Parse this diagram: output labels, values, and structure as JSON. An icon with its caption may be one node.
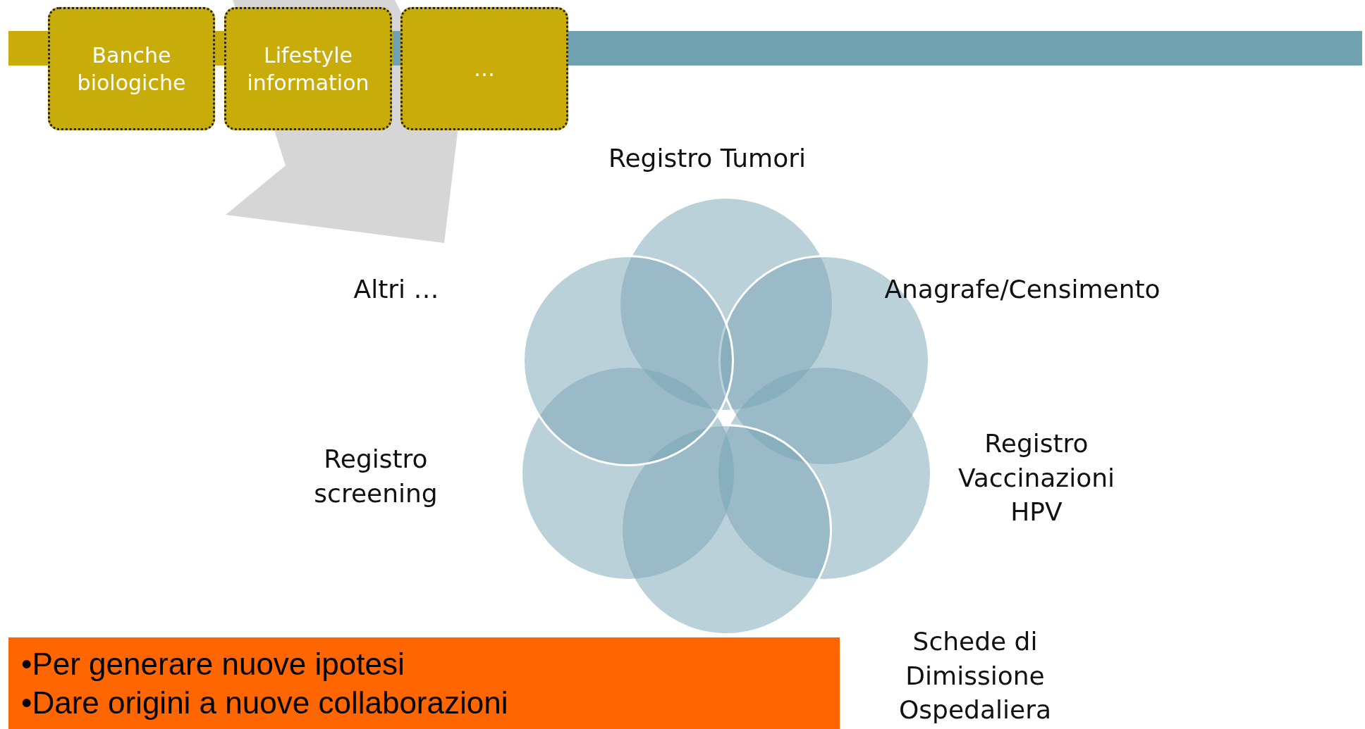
{
  "diagram": {
    "nodes": [
      {
        "text": [
          "Banche biologiche"
        ]
      },
      {
        "text": [
          "Lifestyle information"
        ]
      },
      {
        "text": [
          "…"
        ]
      },
      {
        "text": [],
        "shape": "circle",
        "beside": [
          "Registro Tumori"
        ]
      },
      {
        "text": [],
        "shape": "circle",
        "beside": [
          "Anagrafe/Censimento"
        ]
      },
      {
        "text": [],
        "shape": "circle",
        "beside": [
          "Registro Vaccinazioni HPV"
        ]
      },
      {
        "text": [],
        "shape": "circle",
        "beside": [
          "Schede di Dimissione Ospedaliera"
        ]
      },
      {
        "text": [],
        "shape": "circle",
        "beside": [
          "Registro screening"
        ]
      },
      {
        "text": [],
        "shape": "circle",
        "beside": [
          "Altri …"
        ]
      },
      {
        "text": [
          "•Per generare nuove ipotesi",
          "•Dare origini a nuove collaborazioni"
        ]
      }
    ]
  }
}
